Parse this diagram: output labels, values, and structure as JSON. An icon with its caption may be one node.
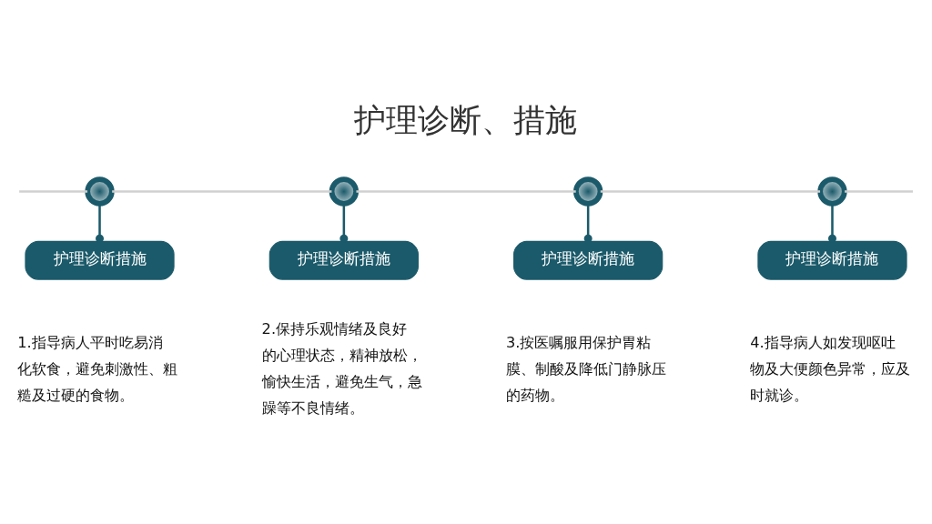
{
  "diagram": {
    "title": "护理诊断、措施",
    "nodes": [
      {
        "text": [],
        "shape": "circle"
      },
      {
        "text": [],
        "shape": "circle"
      },
      {
        "text": [],
        "shape": "circle"
      },
      {
        "text": [],
        "shape": "circle"
      },
      {
        "text": [
          "护理诊断措施"
        ],
        "beside": [
          "1.指导病人平时吃易消化软食，避免刺激性、粗糙及过硬的食物。"
        ]
      },
      {
        "text": [
          "护理诊断措施"
        ],
        "beside": [
          "2.保持乐观情绪及良好的心理状态，精神放松，愉快生活，避免生气，急躁等不良情绪。"
        ]
      },
      {
        "text": [
          "护理诊断措施"
        ],
        "beside": [
          "3.按医嘱服用保护胃粘膜、制酸及降低门静脉压的药物。"
        ]
      },
      {
        "text": [
          "护理诊断措施"
        ],
        "beside": [
          "4.指导病人如发现呕吐物及大便颜色异常，应及时就诊。"
        ]
      }
    ],
    "edges": [
      {
        "from": null,
        "to": 0,
        "arrow": "none"
      },
      {
        "from": 0,
        "to": 1,
        "arrow": "none"
      },
      {
        "from": 1,
        "to": 2,
        "arrow": "none"
      },
      {
        "from": 2,
        "to": 3,
        "arrow": "none"
      },
      {
        "from": 3,
        "to": null,
        "arrow": "none"
      },
      {
        "from": 0,
        "to": 4,
        "arrow": "other",
        "color": "#1b5a6a"
      },
      {
        "from": 1,
        "to": 5,
        "arrow": "other",
        "color": "#1b5a6a"
      },
      {
        "from": 2,
        "to": 6,
        "arrow": "other",
        "color": "#1b5a6a"
      },
      {
        "from": 3,
        "to": 7,
        "arrow": "other",
        "color": "#1b5a6a"
      }
    ]
  }
}
